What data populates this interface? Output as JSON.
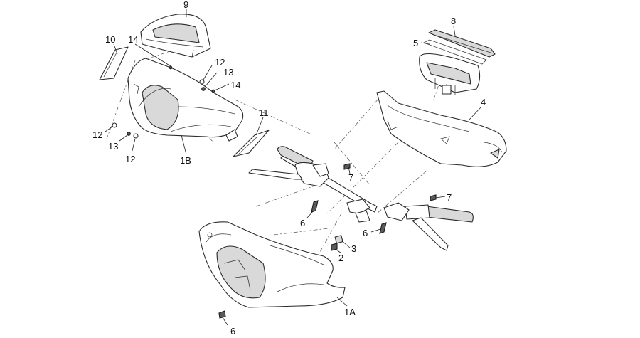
{
  "callouts": [
    {
      "id": "c9",
      "label": "9"
    },
    {
      "id": "c10",
      "label": "10"
    },
    {
      "id": "c14a",
      "label": "14"
    },
    {
      "id": "c12a",
      "label": "12"
    },
    {
      "id": "c13a",
      "label": "13"
    },
    {
      "id": "c14b",
      "label": "14"
    },
    {
      "id": "c11",
      "label": "11"
    },
    {
      "id": "c12b",
      "label": "12"
    },
    {
      "id": "c13b",
      "label": "13"
    },
    {
      "id": "c12c",
      "label": "12"
    },
    {
      "id": "c1B",
      "label": "1B"
    },
    {
      "id": "c8",
      "label": "8"
    },
    {
      "id": "c5",
      "label": "5"
    },
    {
      "id": "c4",
      "label": "4"
    },
    {
      "id": "c7a",
      "label": "7"
    },
    {
      "id": "c7b",
      "label": "7"
    },
    {
      "id": "c6a",
      "label": "6"
    },
    {
      "id": "c6b",
      "label": "6"
    },
    {
      "id": "c3",
      "label": "3"
    },
    {
      "id": "c2",
      "label": "2"
    },
    {
      "id": "c1A",
      "label": "1A"
    },
    {
      "id": "c6c",
      "label": "6"
    }
  ]
}
